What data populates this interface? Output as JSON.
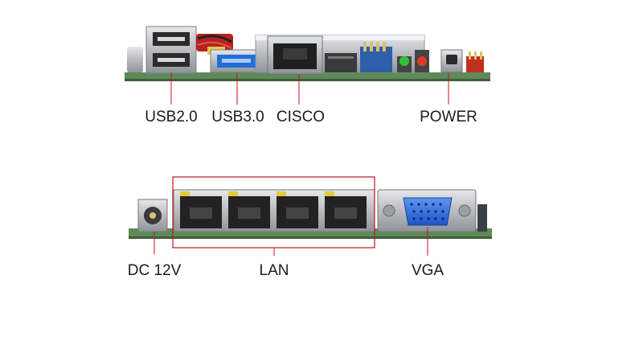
{
  "top_panel": {
    "labels": {
      "usb2": "USB2.0",
      "usb3": "USB3.0",
      "cisco": "CISCO",
      "power": "POWER"
    }
  },
  "bottom_panel": {
    "labels": {
      "dc": "DC 12V",
      "lan": "LAN",
      "vga": "VGA"
    }
  },
  "colors": {
    "pcb": "#5f8a5a",
    "callout_line": "#c0161e",
    "usb3_blue": "#1f6fd6",
    "vga_blue": "#2a55d9",
    "led_green": "#2fc03b",
    "led_red": "#e03a2a",
    "metal": "#c9cccf"
  },
  "icons": [
    "usb-port-icon",
    "ethernet-port-icon",
    "vga-port-icon",
    "dc-jack-icon",
    "power-button-icon"
  ]
}
